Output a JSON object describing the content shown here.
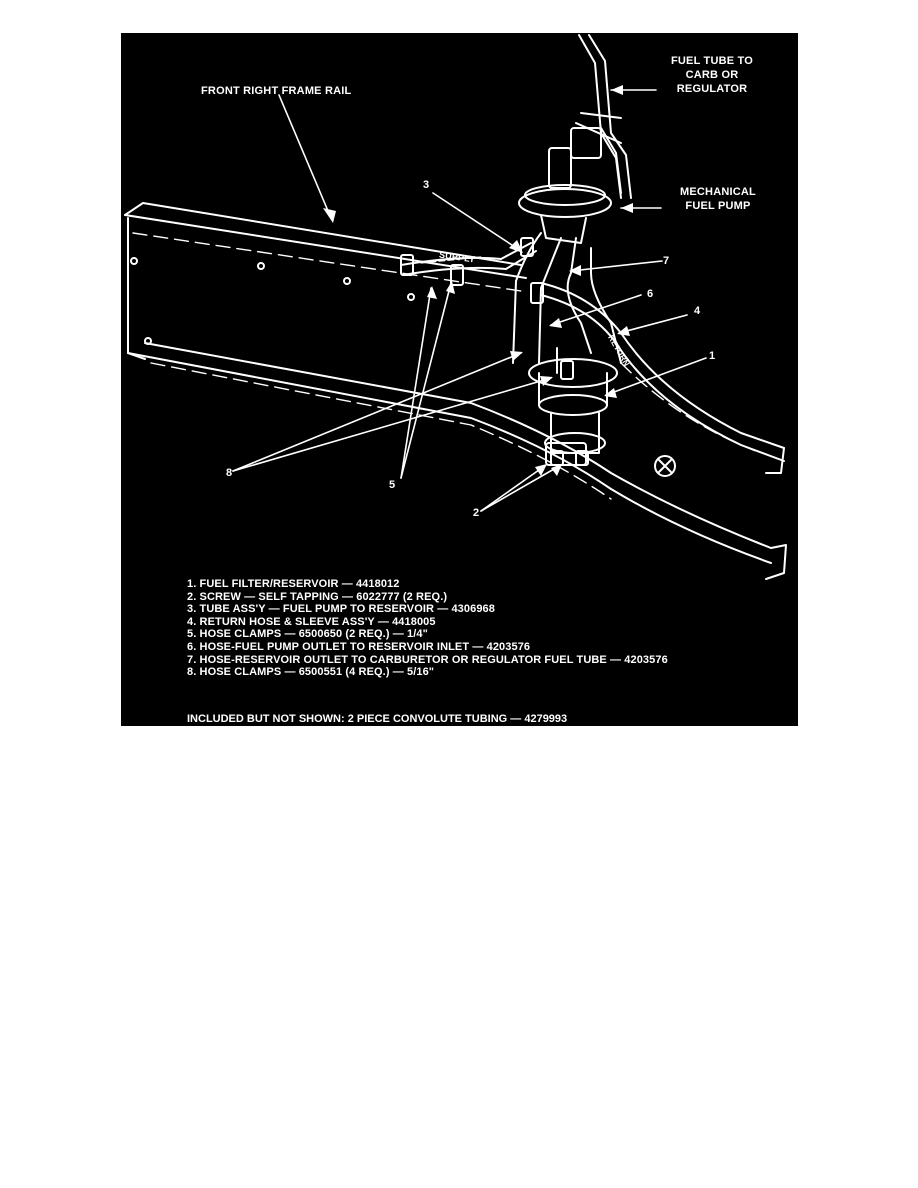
{
  "callouts": {
    "front_right_frame_rail": "FRONT RIGHT FRAME RAIL",
    "fuel_tube_line1": "FUEL TUBE TO",
    "fuel_tube_line2": "CARB OR",
    "fuel_tube_line3": "REGULATOR",
    "mechanical_pump_line1": "MECHANICAL",
    "mechanical_pump_line2": "FUEL PUMP"
  },
  "numbers": {
    "n1": "1",
    "n2": "2",
    "n3": "3",
    "n4": "4",
    "n5": "5",
    "n6": "6",
    "n7": "7",
    "n8": "8"
  },
  "legend": [
    "1. FUEL FILTER/RESERVOIR — 4418012",
    "2. SCREW — SELF TAPPING — 6022777 (2 REQ.)",
    "3. TUBE ASS'Y — FUEL PUMP TO RESERVOIR — 4306968",
    "4. RETURN HOSE & SLEEVE ASS'Y — 4418005",
    "5. HOSE CLAMPS — 6500650 (2 REQ.) — 1/4\"",
    "6. HOSE-FUEL PUMP OUTLET TO RESERVOIR INLET — 4203576",
    "7. HOSE-RESERVOIR OUTLET TO CARBURETOR OR REGULATOR FUEL TUBE — 4203576",
    "8. HOSE CLAMPS — 6500551 (4 REQ.) — 5/16\""
  ],
  "footnote": "INCLUDED BUT NOT SHOWN: 2 PIECE CONVOLUTE TUBING — 4279993",
  "hose_markings": {
    "supply": "SUPPLY",
    "return": "RETURN"
  },
  "colors": {
    "background": "#000000",
    "linework": "#ffffff"
  }
}
